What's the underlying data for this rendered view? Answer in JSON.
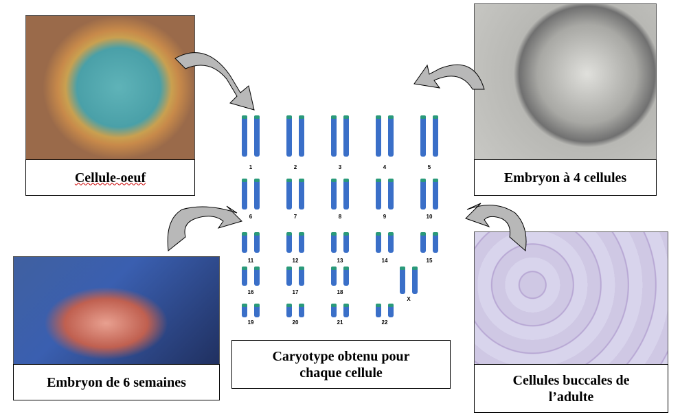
{
  "labels": {
    "egg_cell": "Cellule-oeuf",
    "embryo_4_cells": "Embryon à 4 cellules",
    "embryo_6_weeks": "Embryon de 6 semaines",
    "buccal_cells_line1": "Cellules buccales de",
    "buccal_cells_line2": "l’adulte",
    "karyotype_line1": "Caryotype obtenu pour",
    "karyotype_line2": "chaque cellule"
  },
  "karyotype": {
    "chromosomes": [
      "1",
      "2",
      "3",
      "4",
      "5",
      "6",
      "7",
      "8",
      "9",
      "10",
      "11",
      "12",
      "13",
      "14",
      "15",
      "16",
      "17",
      "18",
      "X",
      "19",
      "20",
      "21",
      "22"
    ]
  },
  "colors": {
    "chromosome": "#3a6fc8",
    "chromosome_tip": "#2a9a7a",
    "arrow": "#b0b0b0"
  }
}
